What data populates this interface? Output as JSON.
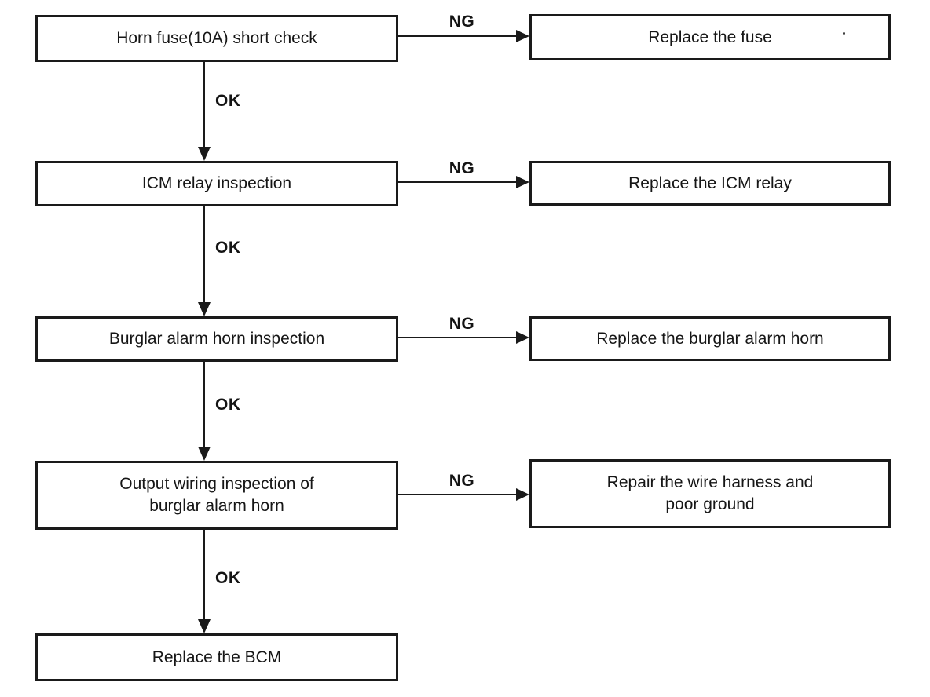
{
  "flowchart": {
    "rows": [
      {
        "step": "Horn fuse(10A) short check",
        "ng_label": "NG",
        "ng_action": "Replace the fuse",
        "ok_label": "OK"
      },
      {
        "step": "ICM relay inspection",
        "ng_label": "NG",
        "ng_action": "Replace the ICM relay",
        "ok_label": "OK"
      },
      {
        "step": "Burglar alarm horn inspection",
        "ng_label": "NG",
        "ng_action": "Replace the burglar alarm horn",
        "ok_label": "OK"
      },
      {
        "step": "Output wiring inspection of\nburglar alarm horn",
        "ng_label": "NG",
        "ng_action": "Repair the wire harness and\npoor ground",
        "ok_label": "OK"
      },
      {
        "step": "Replace the BCM"
      }
    ],
    "colors": {
      "line": "#1a1a1a",
      "box_background": "#ffffff",
      "page_background": "#ffffff",
      "text": "#161616"
    }
  }
}
